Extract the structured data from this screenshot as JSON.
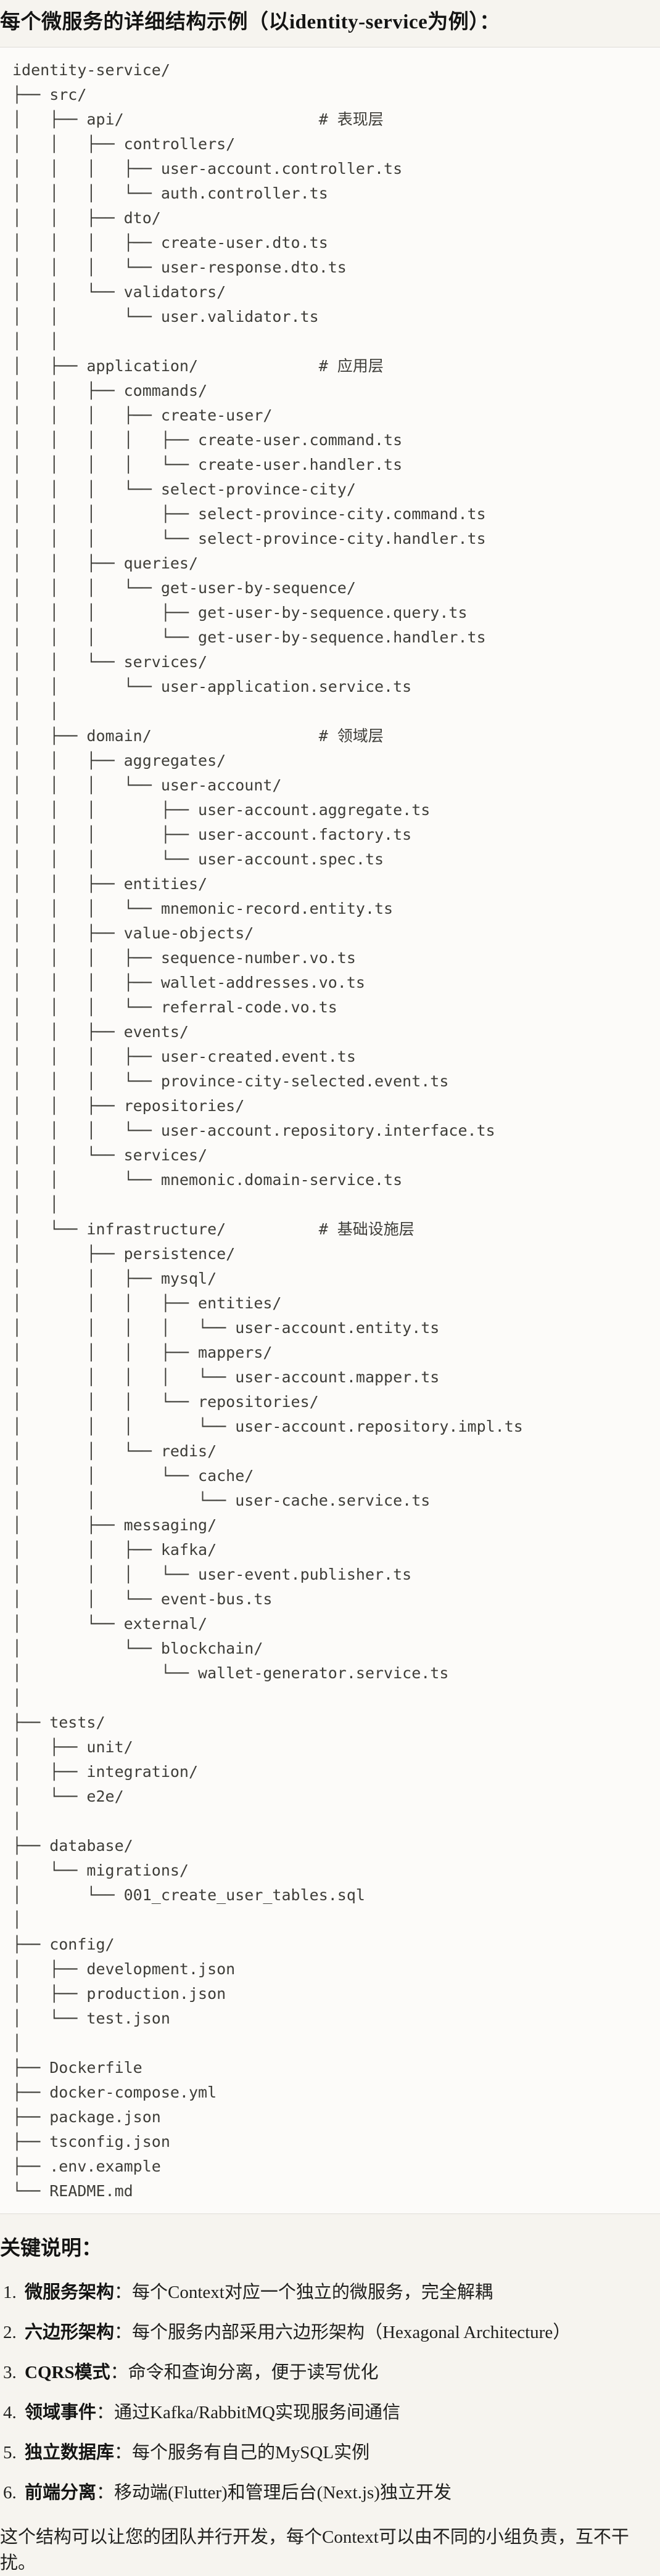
{
  "page": {
    "title": "每个微服务的详细结构示例（以identity-service为例）：",
    "section_heading": "关键说明：",
    "closing_paragraph": "这个结构可以让您的团队并行开发，每个Context可以由不同的小组负责，互不干扰。"
  },
  "colors": {
    "page_background": "#f6f4ef",
    "code_background": "#fcfbf9",
    "code_border": "#dfddd7",
    "code_text": "#3e3d38",
    "body_text": "#20201e",
    "heading_text": "#141413"
  },
  "code_block": {
    "tree_lines": [
      "identity-service/",
      "├── src/",
      "│   ├── api/                     # 表现层",
      "│   │   ├── controllers/",
      "│   │   │   ├── user-account.controller.ts",
      "│   │   │   └── auth.controller.ts",
      "│   │   ├── dto/",
      "│   │   │   ├── create-user.dto.ts",
      "│   │   │   └── user-response.dto.ts",
      "│   │   └── validators/",
      "│   │       └── user.validator.ts",
      "│   │",
      "│   ├── application/             # 应用层",
      "│   │   ├── commands/",
      "│   │   │   ├── create-user/",
      "│   │   │   │   ├── create-user.command.ts",
      "│   │   │   │   └── create-user.handler.ts",
      "│   │   │   └── select-province-city/",
      "│   │   │       ├── select-province-city.command.ts",
      "│   │   │       └── select-province-city.handler.ts",
      "│   │   ├── queries/",
      "│   │   │   └── get-user-by-sequence/",
      "│   │   │       ├── get-user-by-sequence.query.ts",
      "│   │   │       └── get-user-by-sequence.handler.ts",
      "│   │   └── services/",
      "│   │       └── user-application.service.ts",
      "│   │",
      "│   ├── domain/                  # 领域层",
      "│   │   ├── aggregates/",
      "│   │   │   └── user-account/",
      "│   │   │       ├── user-account.aggregate.ts",
      "│   │   │       ├── user-account.factory.ts",
      "│   │   │       └── user-account.spec.ts",
      "│   │   ├── entities/",
      "│   │   │   └── mnemonic-record.entity.ts",
      "│   │   ├── value-objects/",
      "│   │   │   ├── sequence-number.vo.ts",
      "│   │   │   ├── wallet-addresses.vo.ts",
      "│   │   │   └── referral-code.vo.ts",
      "│   │   ├── events/",
      "│   │   │   ├── user-created.event.ts",
      "│   │   │   └── province-city-selected.event.ts",
      "│   │   ├── repositories/",
      "│   │   │   └── user-account.repository.interface.ts",
      "│   │   └── services/",
      "│   │       └── mnemonic.domain-service.ts",
      "│   │",
      "│   └── infrastructure/          # 基础设施层",
      "│       ├── persistence/",
      "│       │   ├── mysql/",
      "│       │   │   ├── entities/",
      "│       │   │   │   └── user-account.entity.ts",
      "│       │   │   ├── mappers/",
      "│       │   │   │   └── user-account.mapper.ts",
      "│       │   │   └── repositories/",
      "│       │   │       └── user-account.repository.impl.ts",
      "│       │   └── redis/",
      "│       │       └── cache/",
      "│       │           └── user-cache.service.ts",
      "│       ├── messaging/",
      "│       │   ├── kafka/",
      "│       │   │   └── user-event.publisher.ts",
      "│       │   └── event-bus.ts",
      "│       └── external/",
      "│           └── blockchain/",
      "│               └── wallet-generator.service.ts",
      "│",
      "├── tests/",
      "│   ├── unit/",
      "│   ├── integration/",
      "│   └── e2e/",
      "│",
      "├── database/",
      "│   └── migrations/",
      "│       └── 001_create_user_tables.sql",
      "│",
      "├── config/",
      "│   ├── development.json",
      "│   ├── production.json",
      "│   └── test.json",
      "│",
      "├── Dockerfile",
      "├── docker-compose.yml",
      "├── package.json",
      "├── tsconfig.json",
      "├── .env.example",
      "└── README.md"
    ]
  },
  "key_points": [
    {
      "num": "1.",
      "term": "微服务架构",
      "text": "：每个Context对应一个独立的微服务，完全解耦"
    },
    {
      "num": "2.",
      "term": "六边形架构",
      "text": "：每个服务内部采用六边形架构（Hexagonal Architecture）"
    },
    {
      "num": "3.",
      "term": "CQRS模式",
      "text": "：命令和查询分离，便于读写优化"
    },
    {
      "num": "4.",
      "term": "领域事件",
      "text": "：通过Kafka/RabbitMQ实现服务间通信"
    },
    {
      "num": "5.",
      "term": "独立数据库",
      "text": "：每个服务有自己的MySQL实例"
    },
    {
      "num": "6.",
      "term": "前端分离",
      "text": "：移动端(Flutter)和管理后台(Next.js)独立开发"
    }
  ]
}
